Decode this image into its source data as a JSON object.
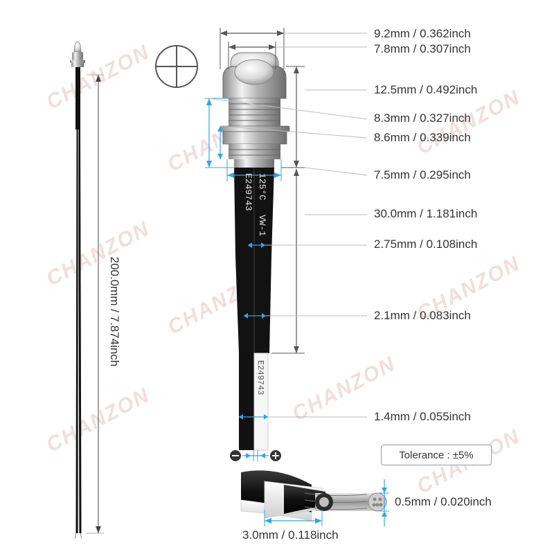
{
  "watermark": "CHANZON",
  "length_label": "200.0mm / 7.874inch",
  "dimensions": [
    {
      "label": "9.2mm / 0.362inch"
    },
    {
      "label": "7.8mm / 0.307inch"
    },
    {
      "label": "12.5mm / 0.492inch"
    },
    {
      "label": "8.3mm / 0.327inch"
    },
    {
      "label": "8.6mm / 0.339inch"
    },
    {
      "label": "7.5mm / 0.295inch"
    },
    {
      "label": "30.0mm / 1.181inch"
    },
    {
      "label": "2.75mm / 0.108inch"
    },
    {
      "label": "2.1mm / 0.083inch"
    },
    {
      "label": "1.4mm / 0.055inch"
    },
    {
      "label": "0.5mm / 0.020inch"
    },
    {
      "label": "3.0mm / 0.118inch"
    }
  ],
  "tolerance": "Tolerance : ±5%",
  "sleeve_text": [
    "E249743",
    "125°C",
    "VW-1",
    "E249743"
  ],
  "polarity": {
    "negative": "−",
    "positive": "+"
  },
  "colors": {
    "dimension_line": "#2ea7e8",
    "text": "#333333",
    "watermark": "#f0dede"
  }
}
